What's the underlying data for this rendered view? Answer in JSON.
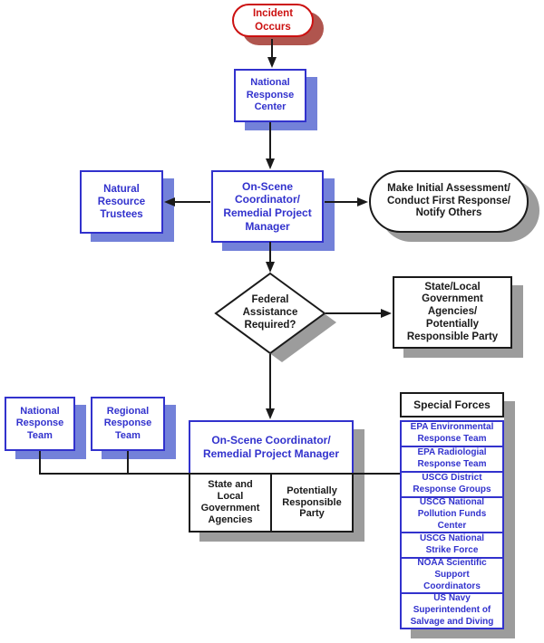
{
  "colors": {
    "blue": "#3232cd",
    "blue_shadow": "#7381d9",
    "red": "#cc1111",
    "red_shadow": "#b0554e",
    "ink": "#1a1a1a",
    "gray_shadow": "#9c9c9c",
    "background": "#ffffff"
  },
  "nodes": {
    "incident": "Incident\nOccurs",
    "national_response_center": "National\nResponse\nCenter",
    "on_scene_coordinator_top": "On-Scene\nCoordinator/\nRemedial Project\nManager",
    "natural_resource_trustees": "Natural\nResource\nTrustees",
    "initial_assessment": "Make Initial Assessment/\nConduct First Response/\nNotify Others",
    "federal_assistance_decision": "Federal\nAssistance\nRequired?",
    "state_local_government": "State/Local\nGovernment\nAgencies/\nPotentially\nResponsible Party",
    "national_response_team": "National\nResponse\nTeam",
    "regional_response_team": "Regional\nResponse\nTeam",
    "on_scene_coordinator_bottom": "On-Scene Coordinator/\nRemedial Project Manager",
    "state_and_local_agencies": "State and\nLocal\nGovernment\nAgencies",
    "potentially_responsible_party": "Potentially\nResponsible\nParty"
  },
  "special_forces": {
    "header": "Special Forces",
    "cells": [
      "EPA Environmental\nResponse Team",
      "EPA Radiologial\nResponse Team",
      "USCG District\nResponse Groups",
      "USCG National\nPollution Funds\nCenter",
      "USCG National\nStrike Force",
      "NOAA Scientific\nSupport\nCoordinators",
      "US Navy\nSuperintendent of\nSalvage and Diving"
    ]
  }
}
